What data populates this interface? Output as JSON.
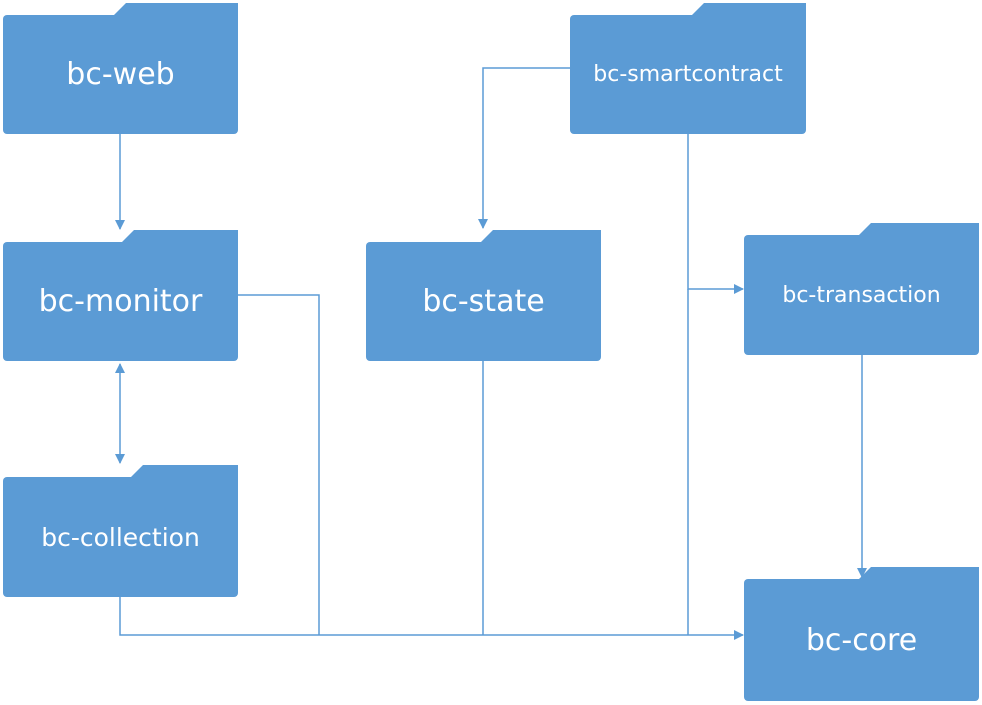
{
  "diagram": {
    "colors": {
      "node_fill": "#5b9bd5",
      "connector": "#5b9bd5",
      "text": "#ffffff"
    },
    "node_shape": "folder-icon",
    "nodes": {
      "web": {
        "label": "bc-web"
      },
      "monitor": {
        "label": "bc-monitor"
      },
      "collection": {
        "label": "bc-collection"
      },
      "state": {
        "label": "bc-state"
      },
      "smartcontract": {
        "label": "bc-smartcontract"
      },
      "transaction": {
        "label": "bc-transaction"
      },
      "core": {
        "label": "bc-core"
      }
    },
    "edges": [
      {
        "from": "web",
        "to": "monitor",
        "direction": "forward"
      },
      {
        "from": "monitor",
        "to": "collection",
        "direction": "both"
      },
      {
        "from": "smartcontract",
        "to": "state",
        "direction": "forward"
      },
      {
        "from": "smartcontract",
        "to": "transaction",
        "direction": "forward"
      },
      {
        "from": "transaction",
        "to": "core",
        "direction": "forward"
      },
      {
        "from": "collection",
        "to": "core",
        "direction": "forward"
      },
      {
        "from": "monitor",
        "to": "core",
        "direction": "forward"
      },
      {
        "from": "state",
        "to": "core",
        "direction": "forward"
      },
      {
        "from": "smartcontract",
        "to": "core",
        "direction": "forward"
      }
    ]
  }
}
